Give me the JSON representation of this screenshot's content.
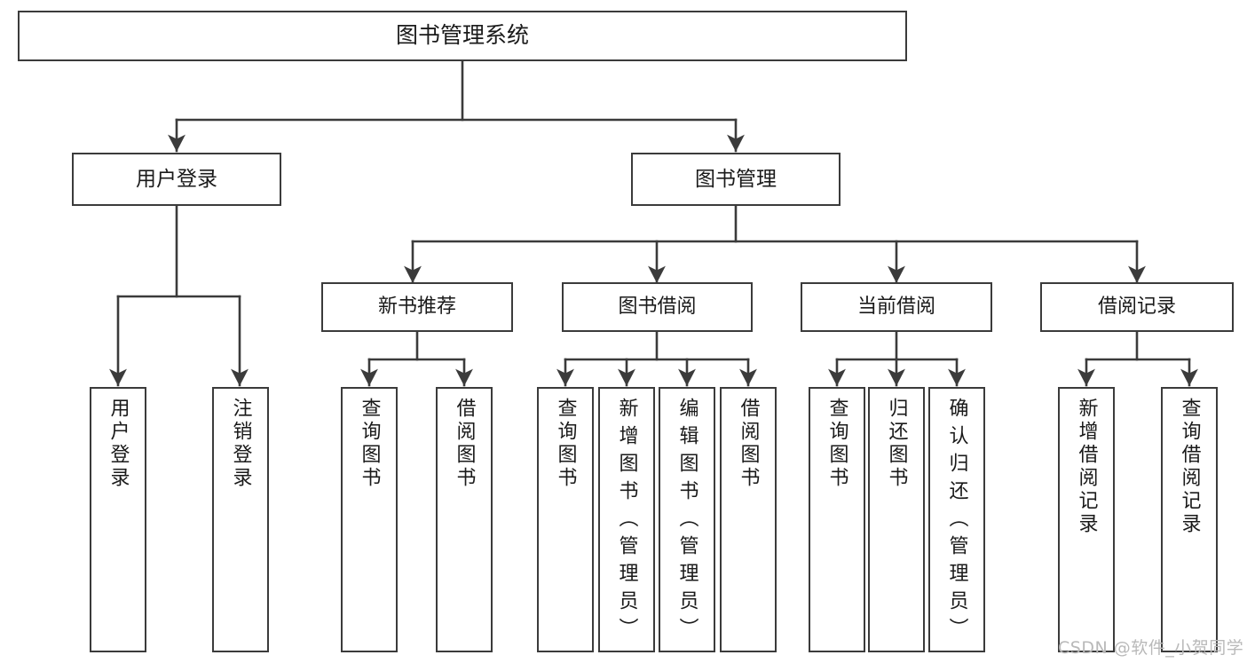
{
  "diagram": {
    "type": "tree",
    "title": "图书管理系统",
    "style": {
      "box_border_color": "#3b3b3b",
      "box_fill_color": "#ffffff",
      "edge_color": "#3b3b3b",
      "background": "#ffffff",
      "text_color": "#1a1a1a"
    },
    "root": {
      "label": "图书管理系统"
    },
    "level2": [
      {
        "label": "用户登录"
      },
      {
        "label": "图书管理"
      }
    ],
    "level3": [
      {
        "label": "新书推荐"
      },
      {
        "label": "图书借阅"
      },
      {
        "label": "当前借阅"
      },
      {
        "label": "借阅记录"
      }
    ],
    "leaves": {
      "user_login": [
        {
          "label": "用户登录"
        },
        {
          "label": "注销登录"
        }
      ],
      "new_book_recommend": [
        {
          "label": "查询图书"
        },
        {
          "label": "借阅图书"
        }
      ],
      "book_borrow": [
        {
          "label": "查询图书"
        },
        {
          "label": "新增图书（管理员）"
        },
        {
          "label": "编辑图书（管理员）"
        },
        {
          "label": "借阅图书"
        }
      ],
      "current_borrow": [
        {
          "label": "查询图书"
        },
        {
          "label": "归还图书"
        },
        {
          "label": "确认归还（管理员）"
        }
      ],
      "borrow_record": [
        {
          "label": "新增借阅记录"
        },
        {
          "label": "查询借阅记录"
        }
      ]
    }
  },
  "watermark": {
    "text": "CSDN @软件_小贺同学"
  }
}
